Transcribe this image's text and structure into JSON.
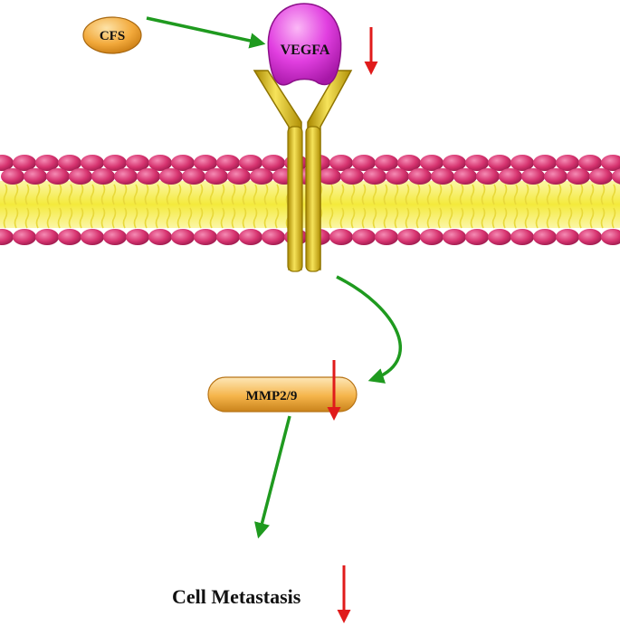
{
  "labels": {
    "cfs": "CFS",
    "vegfa": "VEGFA",
    "mmp": "MMP2/9",
    "outcome": "Cell Metastasis"
  },
  "colors": {
    "background": "#ffffff",
    "lipid_head": "#d6336f",
    "lipid_tail": "#f7ef5f",
    "receptor": "#e2c21a",
    "vegfa": "#e13fe0",
    "cfs_node": "#f2a93b",
    "mmp_node": "#f5b44a",
    "green_arrow": "#1f9a1f",
    "red_arrow": "#e01b1b"
  },
  "icons": {
    "membrane": "lipid-bilayer",
    "receptor": "y-shaped-receptor",
    "down_arrow": "red-down-arrow"
  }
}
